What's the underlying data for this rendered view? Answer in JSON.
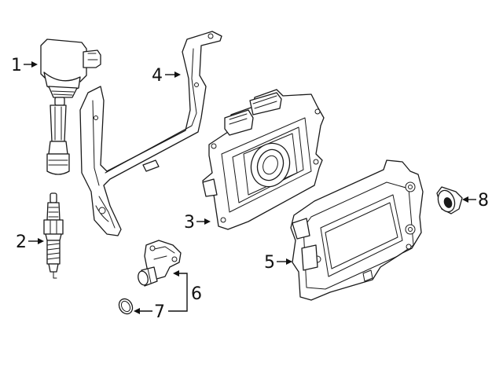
{
  "diagram": {
    "callouts": [
      {
        "number": "1"
      },
      {
        "number": "2"
      },
      {
        "number": "3"
      },
      {
        "number": "4"
      },
      {
        "number": "5"
      },
      {
        "number": "6"
      },
      {
        "number": "7"
      },
      {
        "number": "8"
      }
    ]
  }
}
